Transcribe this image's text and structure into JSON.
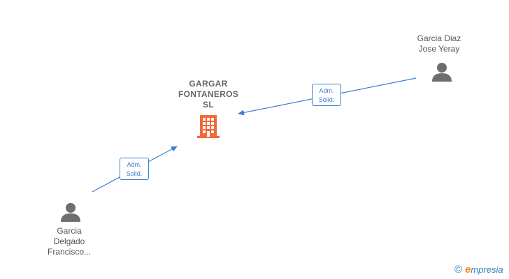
{
  "company": {
    "name_lines": [
      "GARGAR",
      "FONTANEROS",
      "SL"
    ],
    "icon": "building-icon",
    "color": "#f26a3b"
  },
  "persons": [
    {
      "name_lines": [
        "Garcia Diaz",
        "Jose Yeray"
      ],
      "icon": "person-icon"
    },
    {
      "name_lines": [
        "Garcia",
        "Delgado",
        "Francisco..."
      ],
      "icon": "person-icon"
    }
  ],
  "edges": [
    {
      "from": "Garcia Diaz Jose Yeray",
      "to": "GARGAR FONTANEROS SL",
      "label_lines": [
        "Adm.",
        "Solid."
      ]
    },
    {
      "from": "Garcia Delgado Francisco...",
      "to": "GARGAR FONTANEROS SL",
      "label_lines": [
        "Adm.",
        "Solid."
      ]
    }
  ],
  "colors": {
    "edge": "#3b7fd0",
    "person_icon": "#6e6e6e",
    "text": "#555555"
  },
  "footer": {
    "copyright_symbol": "©",
    "brand_first": "e",
    "brand_rest": "mpresia"
  }
}
